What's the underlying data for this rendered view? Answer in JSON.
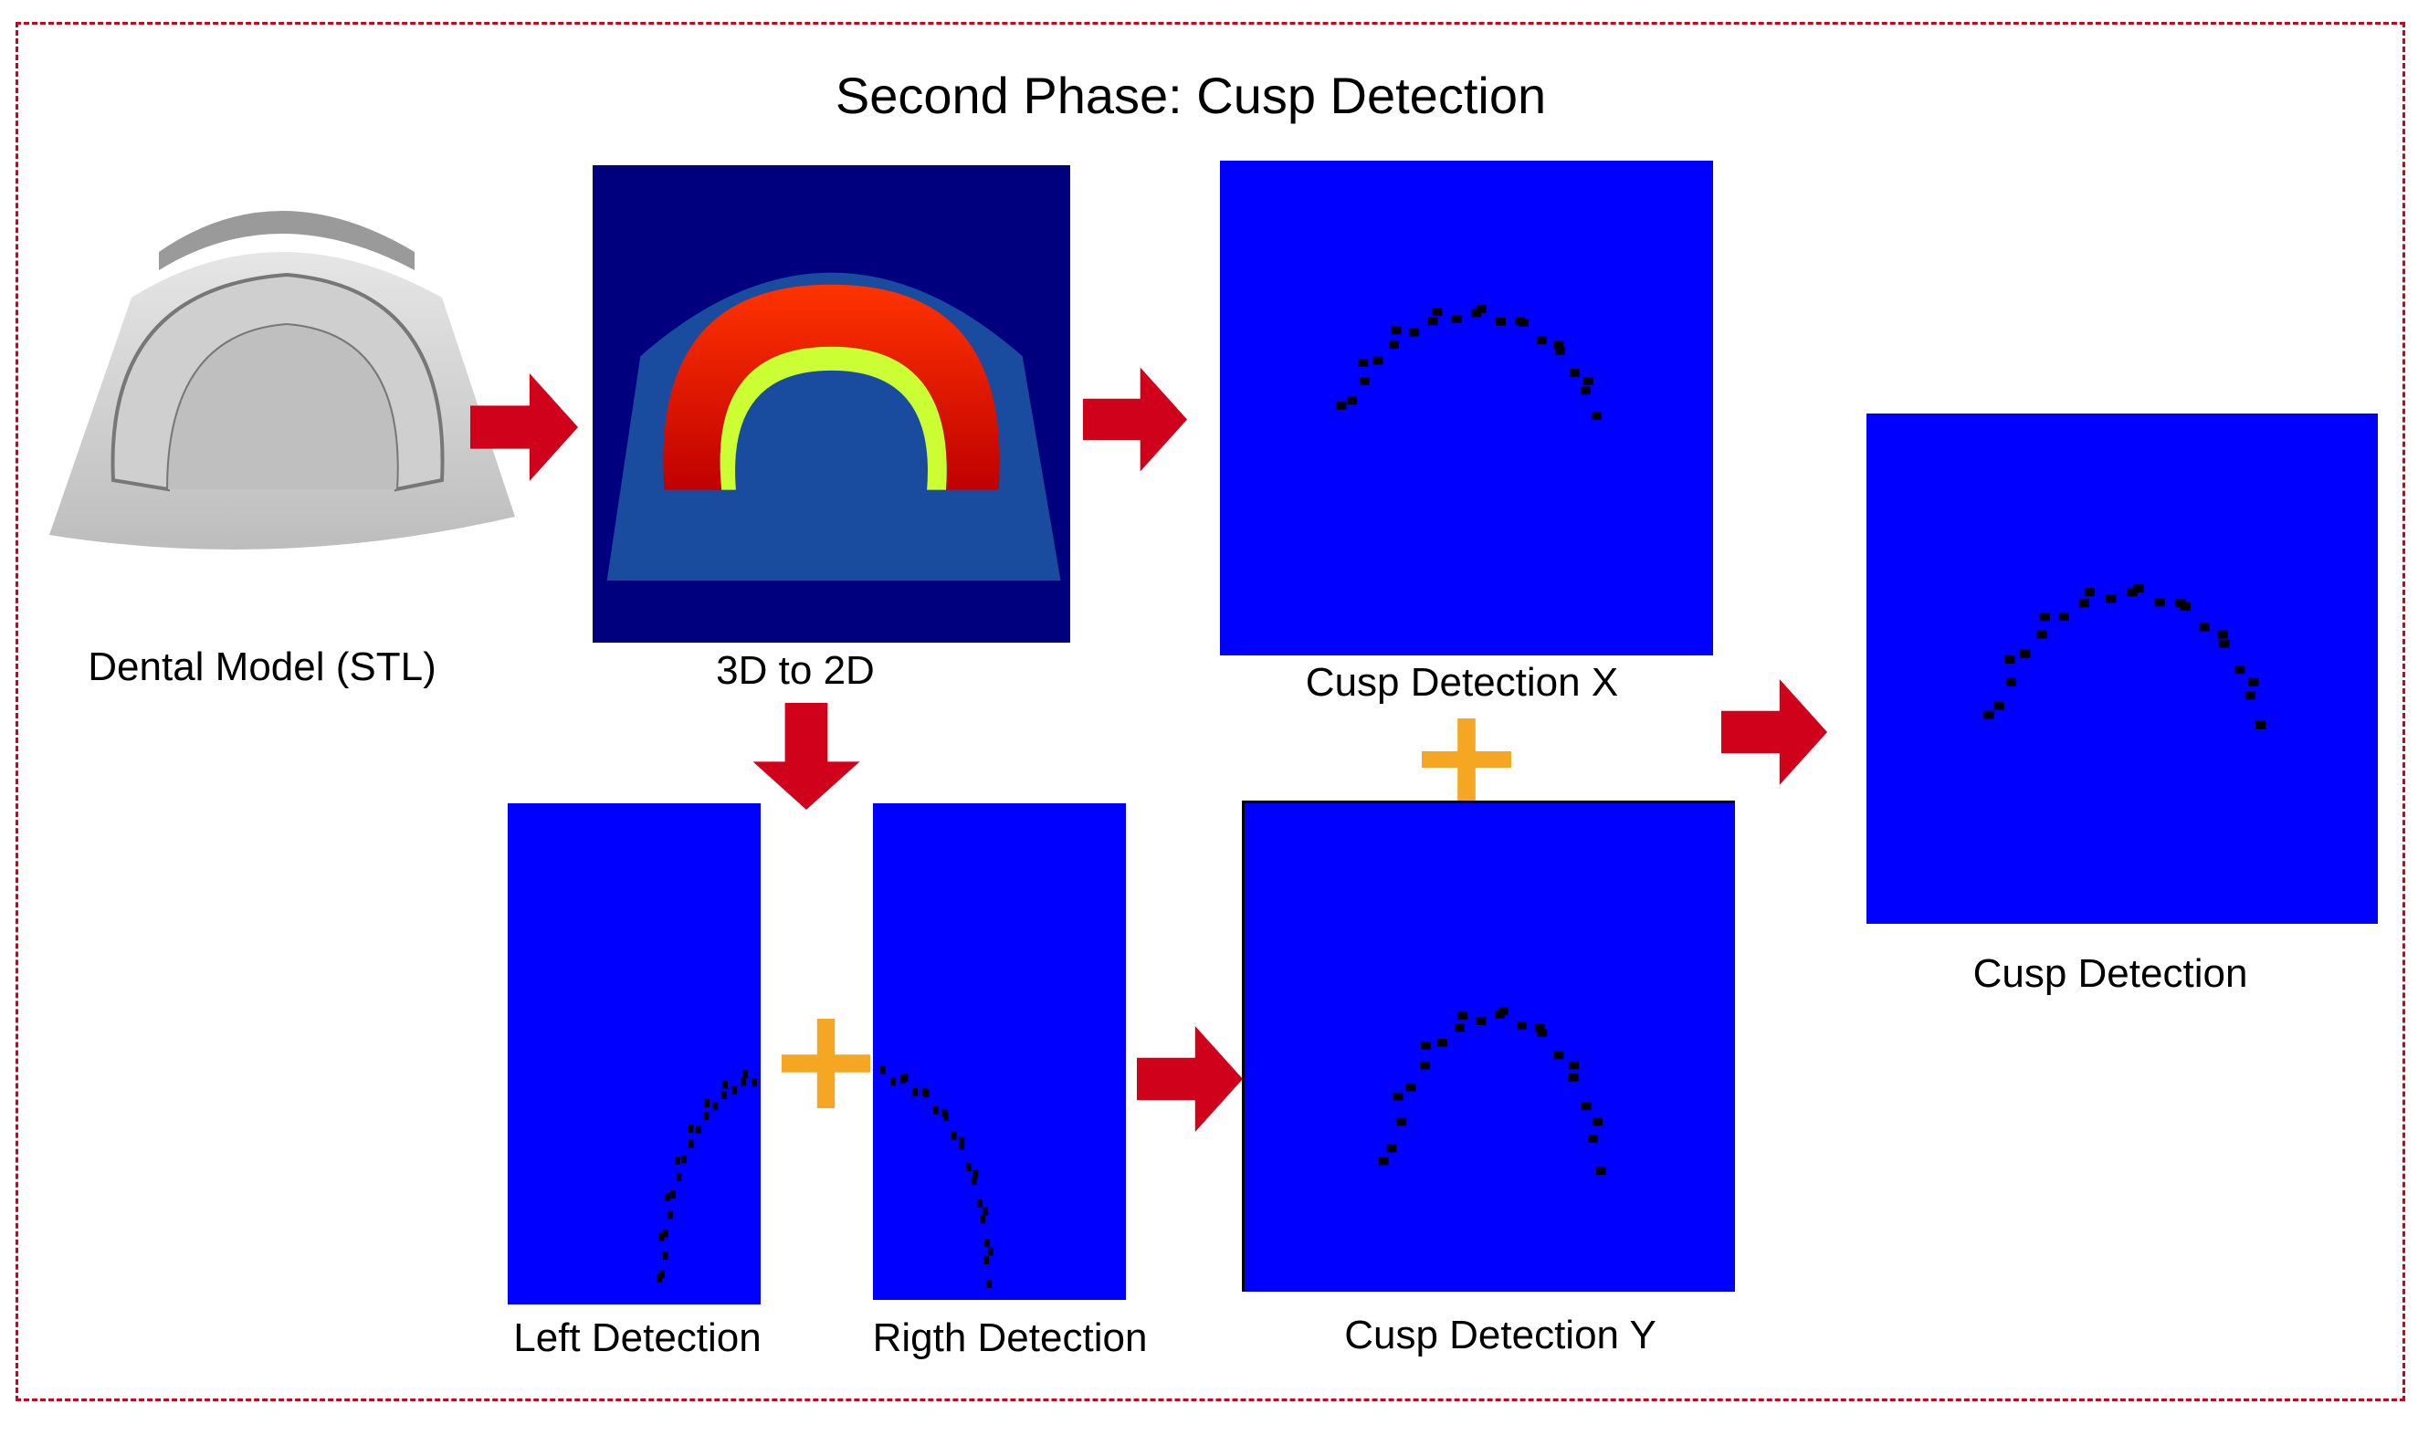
{
  "title": "Second Phase: Cusp Detection",
  "stages": {
    "dental_model": {
      "label": "Dental Model (STL)"
    },
    "projection": {
      "label": "3D to 2D"
    },
    "cusp_x": {
      "label": "Cusp Detection X"
    },
    "left": {
      "label": "Left Detection"
    },
    "right": {
      "label": "Rigth Detection"
    },
    "cusp_y": {
      "label": "Cusp Detection Y"
    },
    "final": {
      "label": "Cusp Detection"
    }
  },
  "colors": {
    "arrow": "#d0021b",
    "plus": "#f5a623",
    "panel": "#0000ff",
    "projection_bg": "#00007f",
    "border": "#d0021b"
  }
}
